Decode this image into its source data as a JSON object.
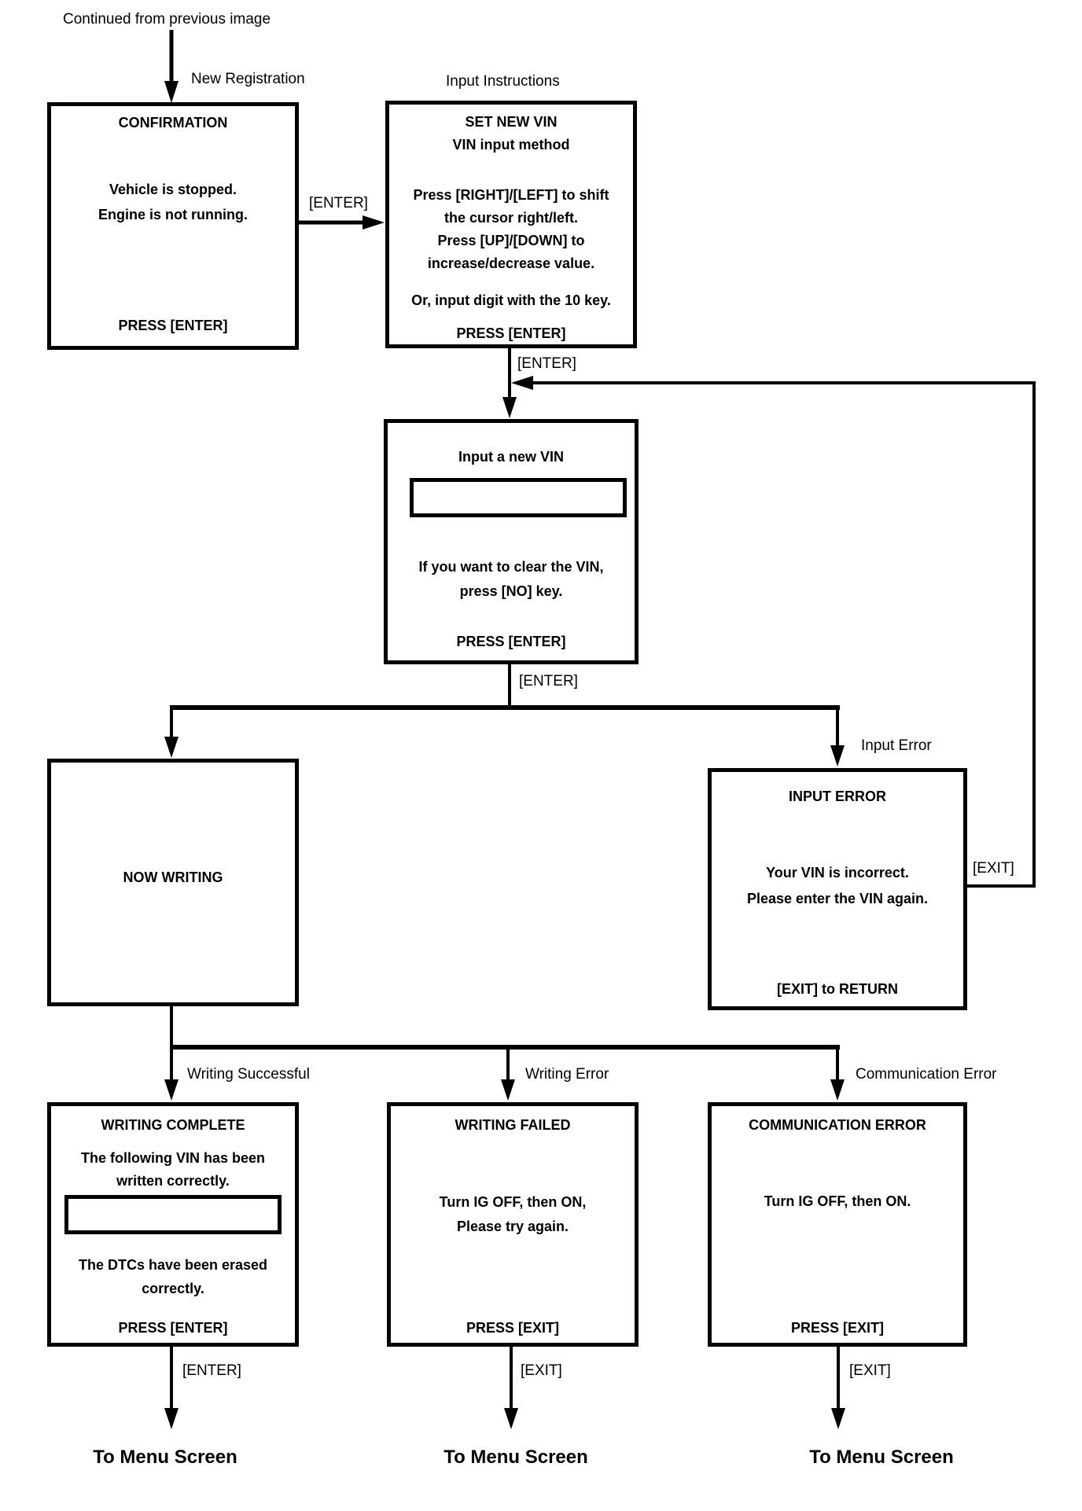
{
  "page": {
    "continued_note": "Continued from previous image"
  },
  "colors": {
    "line": "#000000",
    "background": "#ffffff"
  },
  "nodes": {
    "confirmation": {
      "label": "New Registration",
      "title": "CONFIRMATION",
      "lines": [
        "Vehicle is stopped.",
        "Engine is not running."
      ],
      "footer": "PRESS [ENTER]"
    },
    "instructions": {
      "label": "Input Instructions",
      "title": "SET NEW VIN",
      "subtitle": "VIN input method",
      "lines": [
        "Press [RIGHT]/[LEFT] to shift",
        "the cursor right/left.",
        "Press [UP]/[DOWN] to",
        "increase/decrease value."
      ],
      "note": "Or, input digit with the 10 key.",
      "footer": "PRESS [ENTER]"
    },
    "input_vin": {
      "title": "Input a new VIN",
      "input_value": "",
      "lines": [
        "If you want to clear the VIN,",
        "press [NO] key."
      ],
      "footer": "PRESS [ENTER]"
    },
    "now_writing": {
      "title": "NOW WRITING"
    },
    "input_error": {
      "label": "Input Error",
      "title": "INPUT ERROR",
      "lines": [
        "Your VIN is incorrect.",
        "Please enter the VIN again."
      ],
      "footer": "[EXIT] to RETURN"
    },
    "writing_complete": {
      "label": "Writing Successful",
      "title": "WRITING COMPLETE",
      "lines": [
        "The following VIN has been",
        "written correctly."
      ],
      "input_value": "",
      "lines2": [
        "The DTCs have been erased",
        "correctly."
      ],
      "footer": "PRESS [ENTER]"
    },
    "writing_failed": {
      "label": "Writing Error",
      "title": "WRITING FAILED",
      "lines": [
        "Turn IG OFF, then ON,",
        "Please try again."
      ],
      "footer": "PRESS [EXIT]"
    },
    "communication_error": {
      "label": "Communication Error",
      "title": "COMMUNICATION ERROR",
      "lines": [
        "Turn IG OFF, then ON."
      ],
      "footer": "PRESS [EXIT]"
    }
  },
  "edges": {
    "confirm_to_instructions": "[ENTER]",
    "instructions_to_input": "[ENTER]",
    "input_to_result": "[ENTER]",
    "error_return": "[EXIT]",
    "complete_to_menu": "[ENTER]",
    "failed_to_menu": "[EXIT]",
    "comm_to_menu": "[EXIT]"
  },
  "terminals": {
    "menu1": "To Menu Screen",
    "menu2": "To Menu Screen",
    "menu3": "To Menu Screen"
  }
}
